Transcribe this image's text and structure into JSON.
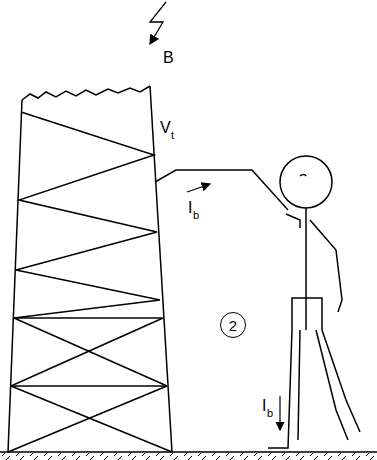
{
  "diagram": {
    "nodes": [
      {
        "text": [
          "2"
        ]
      }
    ],
    "labels": [
      "B",
      "V",
      "t",
      "I",
      "b",
      "I",
      "b"
    ]
  }
}
